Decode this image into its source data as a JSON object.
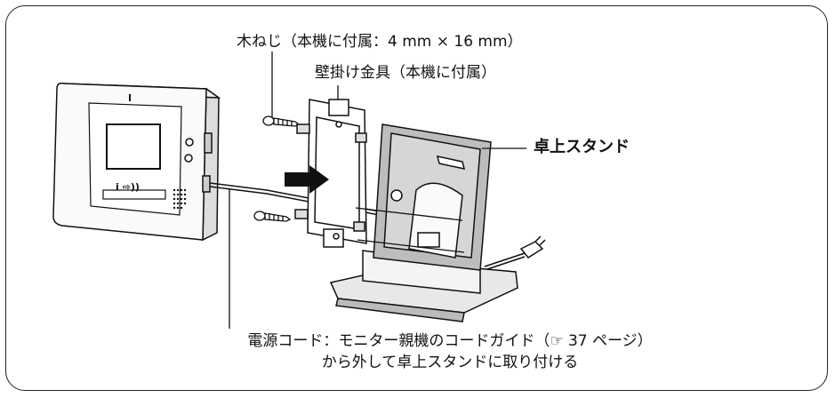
{
  "callouts": {
    "wood_screw": "木ねじ（本機に付属：4 mm × 16 mm）",
    "wall_bracket": "壁掛け金具（本機に付属）",
    "desk_stand": "卓上スタンド",
    "power_cord_line1": "電源コード：モニター親機のコードガイド（☞ 37 ページ）",
    "power_cord_line2": "から外して卓上スタンドに取り付ける"
  },
  "device": {
    "panel_marks": "i ⇨))"
  }
}
